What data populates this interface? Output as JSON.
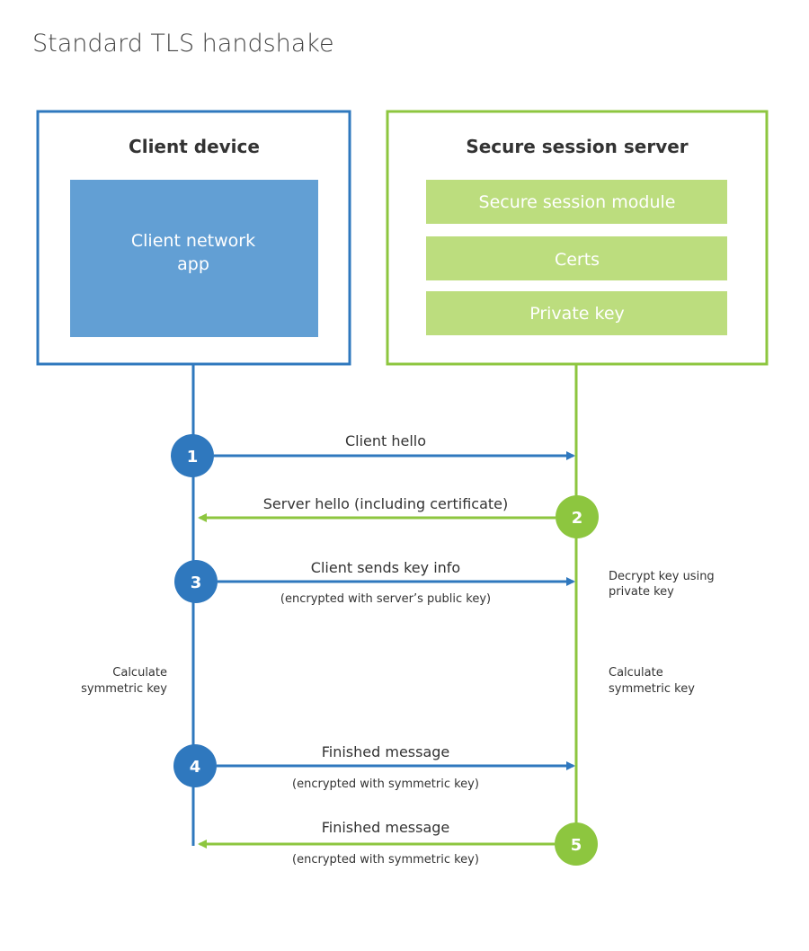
{
  "title": "Standard TLS handshake",
  "colors": {
    "client": "#2f78be",
    "client_fill": "#629fd4",
    "server": "#8dc63f",
    "server_fill": "#bcdd7e"
  },
  "client": {
    "title": "Client device",
    "app_line1": "Client network",
    "app_line2": "app"
  },
  "server": {
    "title": "Secure session server",
    "modules": [
      "Secure session module",
      "Certs",
      "Private key"
    ]
  },
  "steps": [
    {
      "number": "1",
      "label": "Client hello",
      "sub": "",
      "direction": "client-to-server"
    },
    {
      "number": "2",
      "label": "Server hello (including certificate)",
      "sub": "",
      "direction": "server-to-client"
    },
    {
      "number": "3",
      "label": "Client sends key info",
      "sub": "(encrypted with server’s public key)",
      "direction": "client-to-server"
    },
    {
      "number": "4",
      "label": "Finished message",
      "sub": "(encrypted with symmetric key)",
      "direction": "client-to-server"
    },
    {
      "number": "5",
      "label": "Finished message",
      "sub": "(encrypted with symmetric key)",
      "direction": "server-to-client"
    }
  ],
  "notes": {
    "server_decrypt": [
      "Decrypt key using",
      "private key"
    ],
    "client_calc": [
      "Calculate",
      "symmetric key"
    ],
    "server_calc": [
      "Calculate",
      "symmetric key"
    ]
  }
}
